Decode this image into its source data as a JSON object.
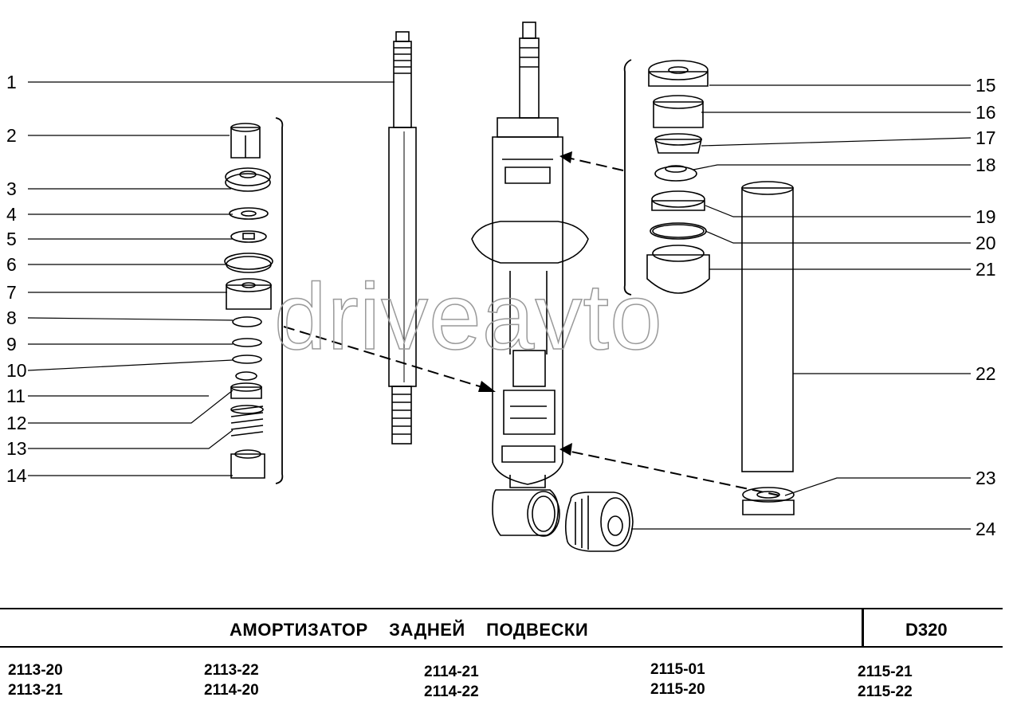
{
  "title": "АМОРТИЗАТОР    ЗАДНЕЙ    ПОДВЕСКИ",
  "code": "D320",
  "watermark": "driveavto",
  "callouts_left": [
    "1",
    "2",
    "3",
    "4",
    "5",
    "6",
    "7",
    "8",
    "9",
    "10",
    "11",
    "12",
    "13",
    "14"
  ],
  "callouts_right": [
    "15",
    "16",
    "17",
    "18",
    "19",
    "20",
    "21",
    "22",
    "23",
    "24"
  ],
  "models": [
    [
      "2113-20",
      "2113-21"
    ],
    [
      "2113-22",
      "2114-20"
    ],
    [
      "2114-21",
      "2114-22"
    ],
    [
      "2115-01",
      "2115-20"
    ],
    [
      "2115-21",
      "2115-22"
    ]
  ]
}
